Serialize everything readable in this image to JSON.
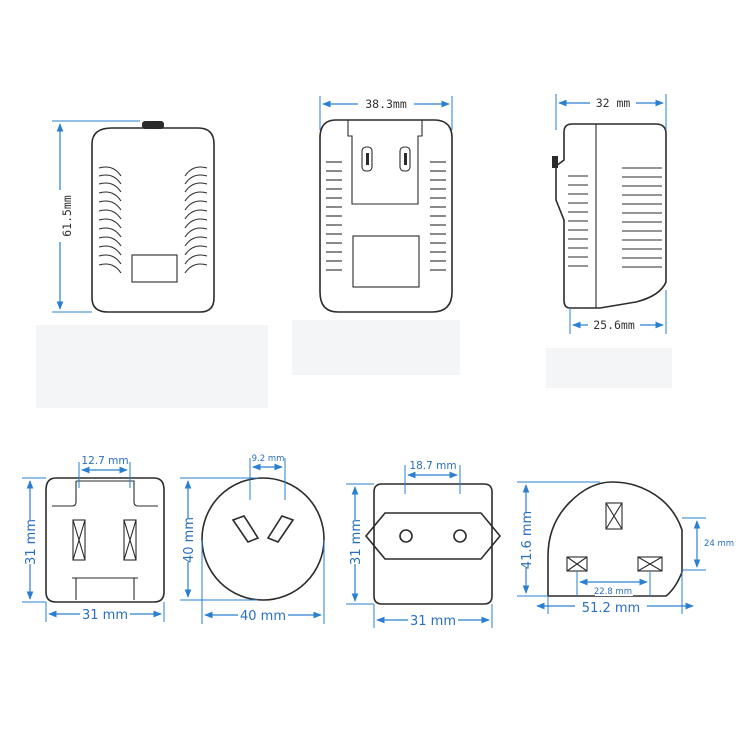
{
  "adapter": {
    "front_view": {
      "height_label": "61.5mm"
    },
    "plug_view": {
      "width_label": "38.3mm"
    },
    "side_view": {
      "depth_label": "32 mm",
      "base_label": "25.6mm"
    }
  },
  "plugs": {
    "us": {
      "pin_spacing": "12.7 mm",
      "height": "31 mm",
      "width": "31 mm"
    },
    "au": {
      "pin_spacing": "9.2 mm",
      "height": "40 mm",
      "width": "40 mm"
    },
    "eu": {
      "pin_spacing": "18.7 mm",
      "height": "31 mm",
      "width": "31 mm"
    },
    "uk": {
      "height": "41.6 mm",
      "pin_spacing": "22.8 mm",
      "width": "51.2 mm",
      "side": "24 mm"
    }
  },
  "colors": {
    "dimension": "#2a7fd0",
    "outline": "#2b2b2b",
    "label": "#2a6fbf"
  }
}
